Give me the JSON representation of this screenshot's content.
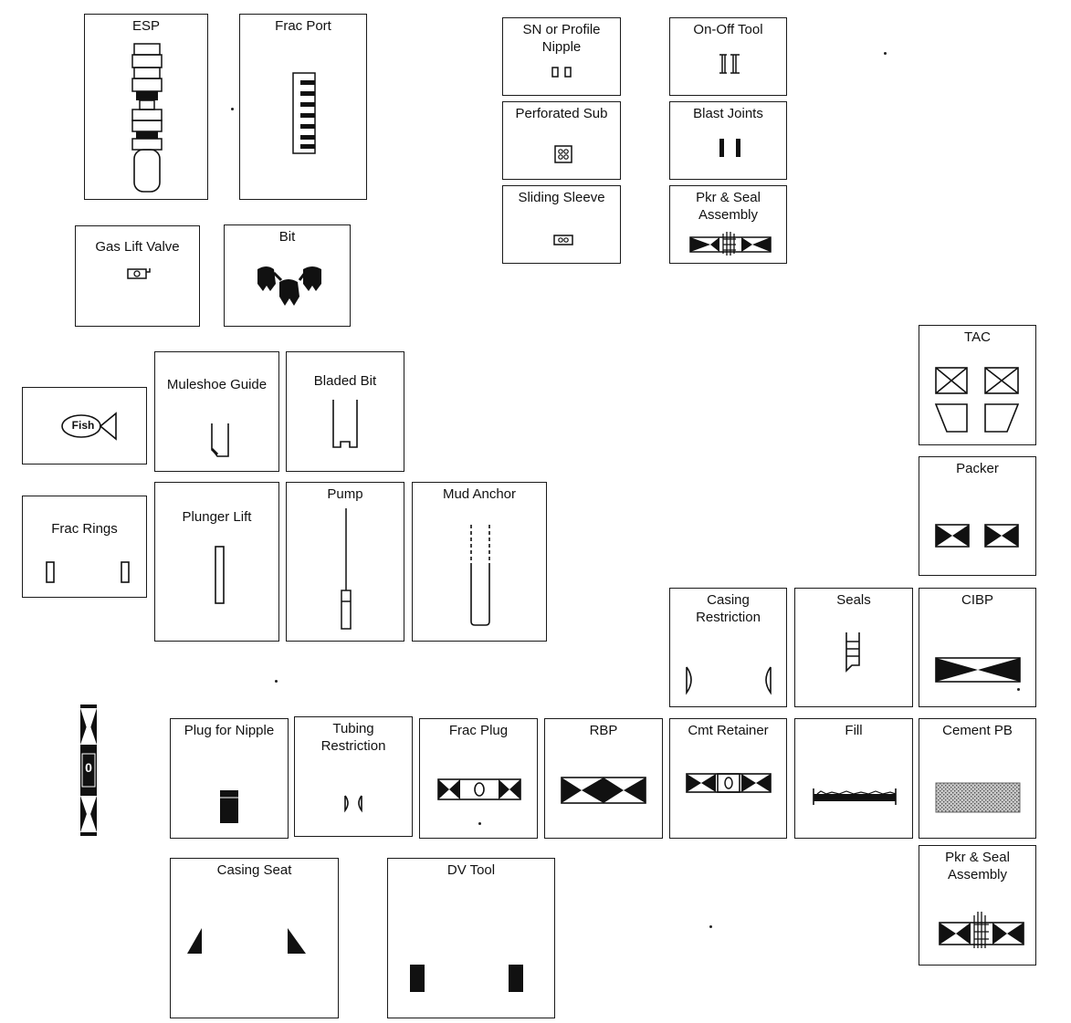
{
  "legend": {
    "esp": "ESP",
    "frac_port": "Frac Port",
    "sn_profile_nipple": "SN or Profile\nNipple",
    "on_off_tool": "On-Off Tool",
    "perforated_sub": "Perforated Sub",
    "blast_joints": "Blast Joints",
    "sliding_sleeve": "Sliding Sleeve",
    "pkr_seal_assembly_top": "Pkr & Seal\nAssembly",
    "gas_lift_valve": "Gas Lift Valve",
    "bit": "Bit",
    "tac": "TAC",
    "fish_text": "Fish",
    "muleshoe_guide": "Muleshoe Guide",
    "bladed_bit": "Bladed Bit",
    "packer": "Packer",
    "frac_rings": "Frac Rings",
    "plunger_lift": "Plunger Lift",
    "pump": "Pump",
    "mud_anchor": "Mud Anchor",
    "casing_restriction": "Casing\nRestriction",
    "seals": "Seals",
    "cibp": "CIBP",
    "plug_for_nipple": "Plug for Nipple",
    "tubing_restriction": "Tubing\nRestriction",
    "frac_plug": "Frac Plug",
    "rbp": "RBP",
    "cmt_retainer": "Cmt Retainer",
    "fill": "Fill",
    "cement_pb": "Cement PB",
    "pkr_seal_assembly_bottom": "Pkr & Seal\nAssembly",
    "casing_seat": "Casing Seat",
    "dv_tool": "DV Tool",
    "loose_tool_text": "0"
  },
  "colors": {
    "ink": "#111111",
    "frame": "#1a1a1a",
    "paper": "#ffffff",
    "cement": "#9a9a9a"
  }
}
